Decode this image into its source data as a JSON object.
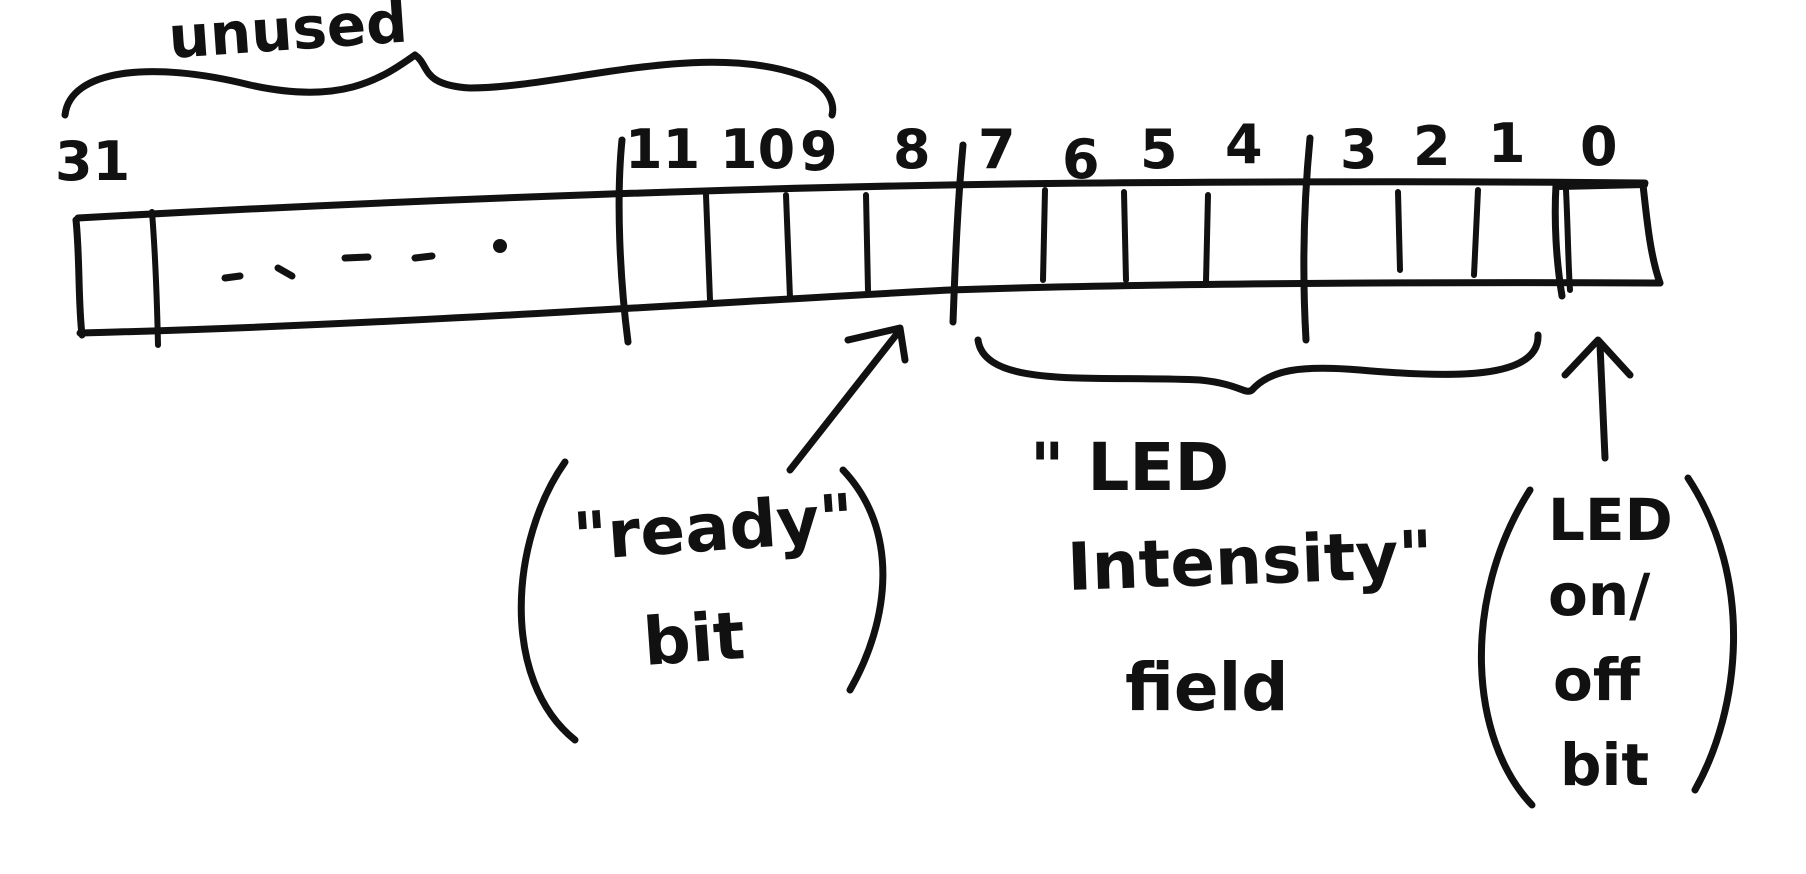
{
  "colors": {
    "ink": "#111111",
    "background": "#ffffff"
  },
  "register": {
    "bit_labels": {
      "b31": "31",
      "b11": "11",
      "b10": "10",
      "b9": "9",
      "b8": "8",
      "b7": "7",
      "b6": "6",
      "b5": "5",
      "b4": "4",
      "b3": "3",
      "b2": "2",
      "b1": "1",
      "b0": "0"
    }
  },
  "annotations": {
    "unused": "unused",
    "ready_bit": {
      "line1": "\"ready\"",
      "line2": "bit"
    },
    "intensity_field": {
      "line1": "\" LED",
      "line2": "Intensity\"",
      "line3": "field"
    },
    "onoff_bit": {
      "line1": "LED",
      "line2": "on/",
      "line3": "off",
      "line4": "bit"
    }
  }
}
